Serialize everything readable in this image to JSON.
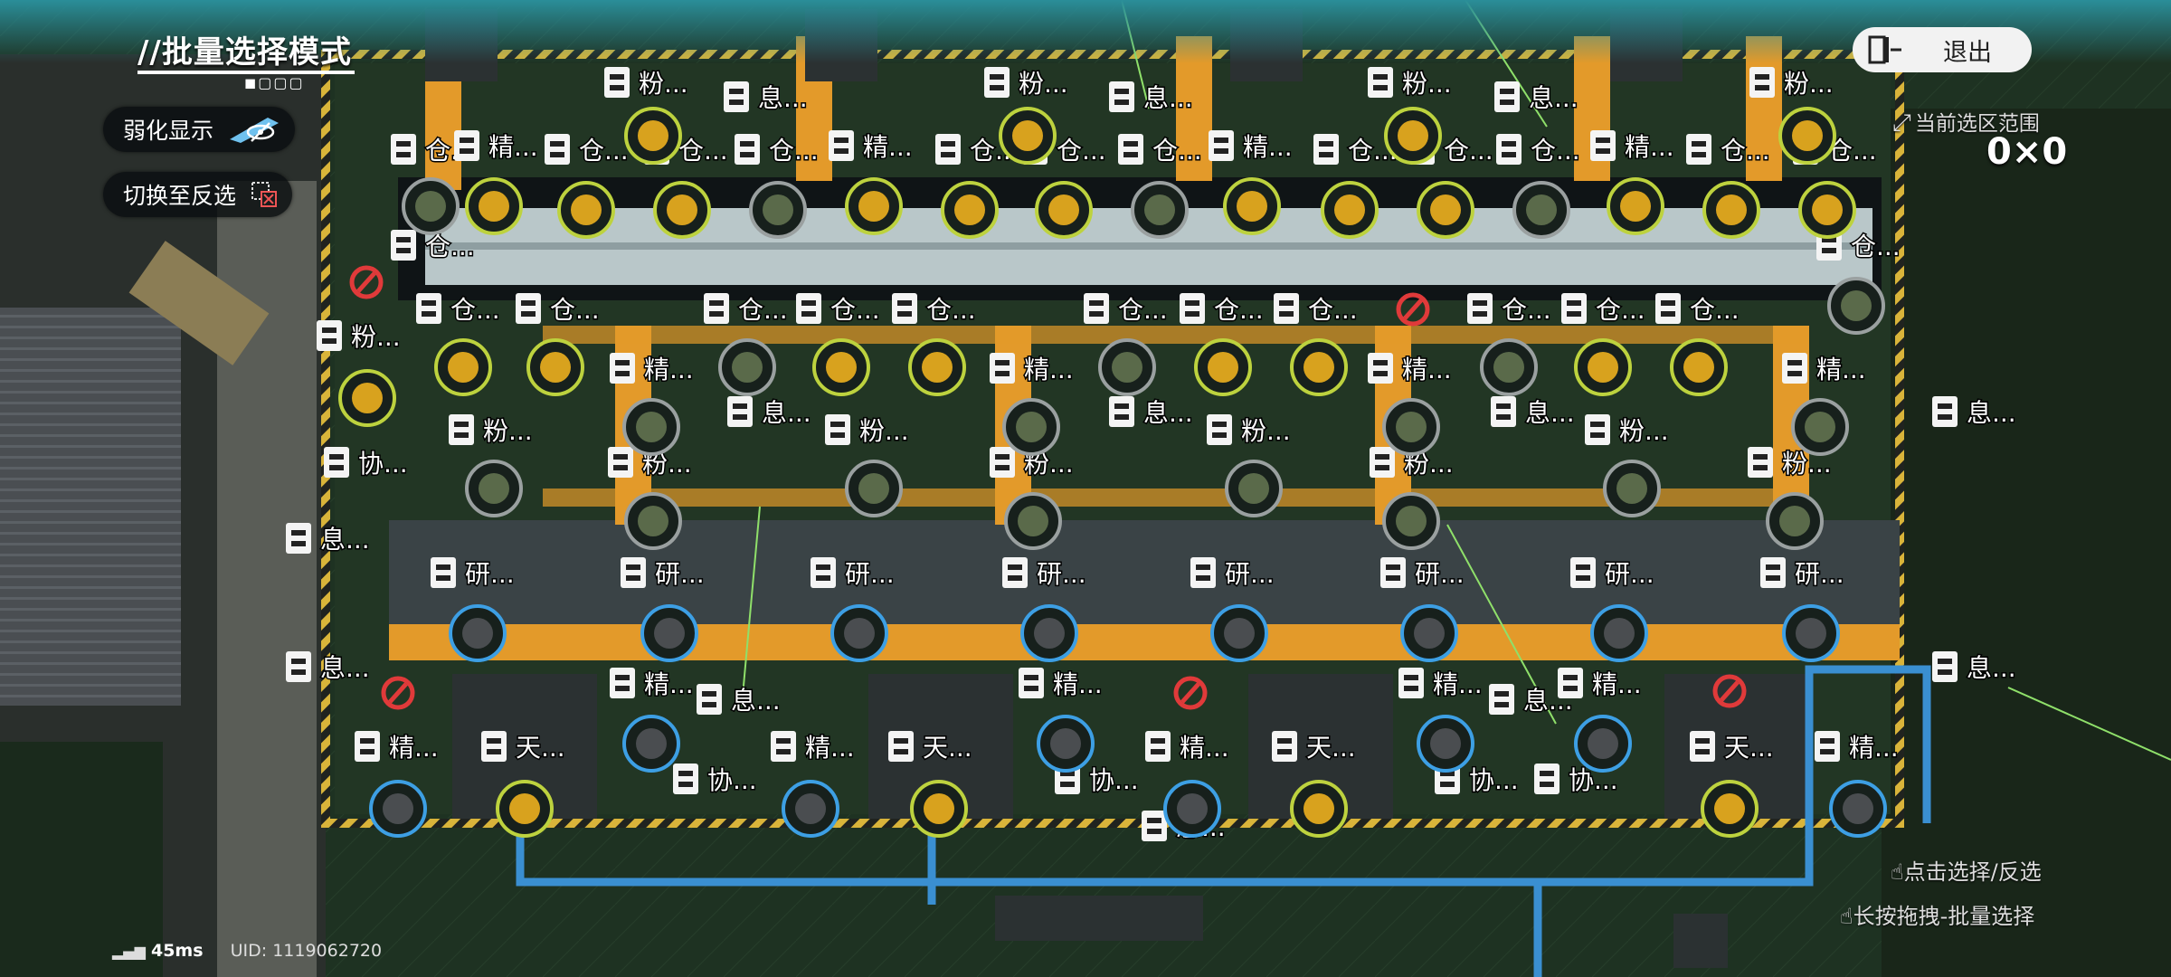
{
  "mode_title": "//批量选择模式",
  "buttons": {
    "weaken_display": "弱化显示",
    "toggle_select": "切换至反选",
    "exit": "退出"
  },
  "selection": {
    "range_label": "当前选区范围",
    "range_value": "0×0"
  },
  "hints": {
    "tap": "点击选择/反选",
    "long_press": "长按拖拽-批量选择"
  },
  "status": {
    "ping": "45ms",
    "uid": "UID: 1119062720"
  },
  "labels": {
    "storage": "仓...",
    "refine": "精...",
    "powder": "粉...",
    "info": "息...",
    "research": "研...",
    "heaven": "天...",
    "cooperate": "协..."
  },
  "colors": {
    "ground": "#1d2a1f",
    "belt": "#e39a2a",
    "frame": "#c8c54a",
    "pipe": "#3a8fd1",
    "badge_yellow": "#bdd23e",
    "badge_blue": "#3d9fe4",
    "badge_gray": "#9aa0a0",
    "no_symbol": "#e03a3a",
    "corridor": "#b9c7c9"
  },
  "icons": {
    "exit": "exit-door-icon",
    "weaken": "eye-slash-icon",
    "toggle": "invert-selection-icon",
    "range": "expand-arrow-icon",
    "tap": "tap-hand-icon",
    "drag": "drag-hand-icon",
    "signal": "signal-bars-icon"
  }
}
